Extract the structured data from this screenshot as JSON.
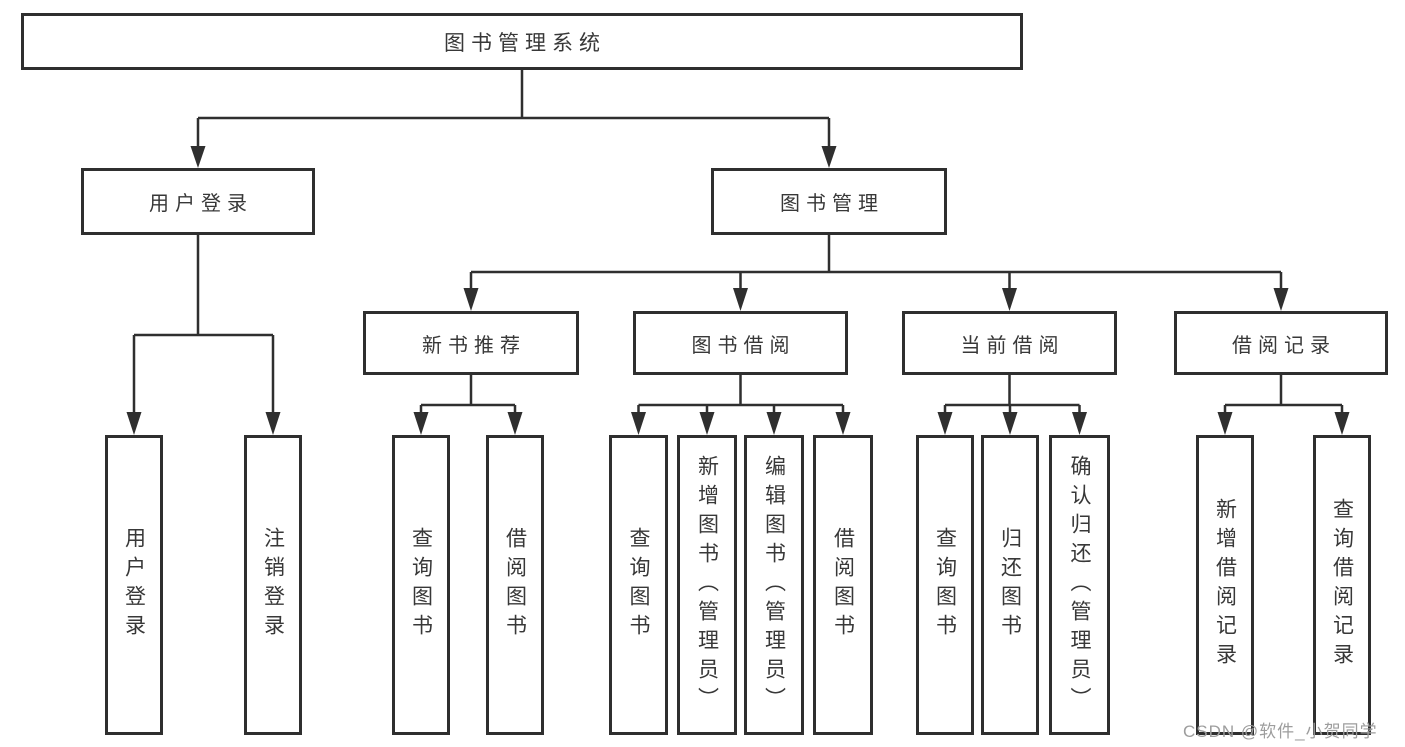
{
  "tree": {
    "root": {
      "label": "图书管理系统"
    },
    "branches": [
      {
        "label": "用户登录",
        "children": [
          {
            "label": "用户登录"
          },
          {
            "label": "注销登录"
          }
        ]
      },
      {
        "label": "图书管理",
        "children": [
          {
            "label": "新书推荐",
            "children": [
              {
                "label": "查询图书"
              },
              {
                "label": "借阅图书"
              }
            ]
          },
          {
            "label": "图书借阅",
            "children": [
              {
                "label": "查询图书"
              },
              {
                "label": "新增图书（管理员）"
              },
              {
                "label": "编辑图书（管理员）"
              },
              {
                "label": "借阅图书"
              }
            ]
          },
          {
            "label": "当前借阅",
            "children": [
              {
                "label": "查询图书"
              },
              {
                "label": "归还图书"
              },
              {
                "label": "确认归还（管理员）"
              }
            ]
          },
          {
            "label": "借阅记录",
            "children": [
              {
                "label": "新增借阅记录"
              },
              {
                "label": "查询借阅记录"
              }
            ]
          }
        ]
      }
    ]
  },
  "watermark": "CSDN @软件_小贺同学",
  "colors": {
    "line": "#2f2f2f",
    "text": "#383838",
    "background": "#ffffff",
    "watermark": "#9d9d9d"
  }
}
